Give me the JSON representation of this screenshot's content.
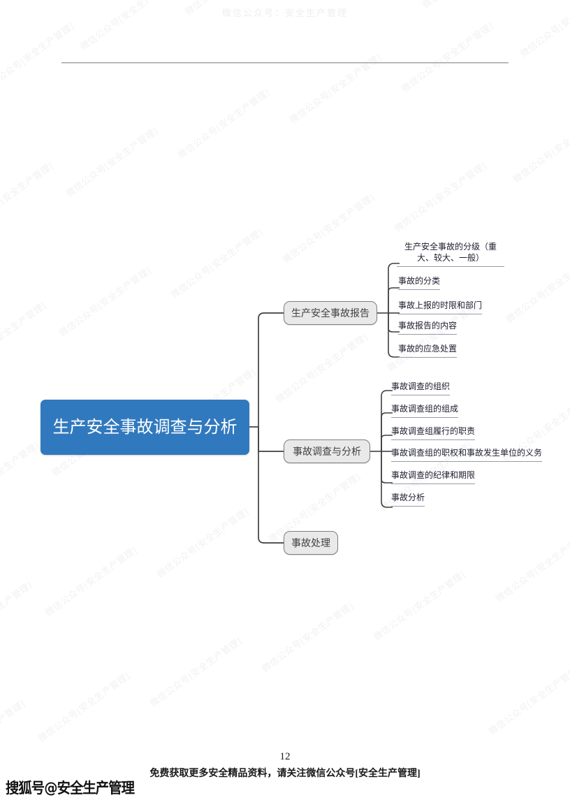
{
  "page": {
    "watermark_text": "微信公众号[安全生产管理]",
    "top_watermark": "微信公众号：安全生产管理",
    "page_number": "12",
    "footer_note": "免费获取更多安全精品资料，请关注微信公众号[安全生产管理]",
    "sohu_mark": "搜狐号@安全生产管理",
    "colors": {
      "root_fill": "#3179be",
      "root_text": "#ffffff",
      "branch_fill": "#e9e9e9",
      "branch_border": "#7f7f7f",
      "branch_text": "#404040",
      "connector": "#3f3f3f",
      "leaf_underline": "#9a9aa8",
      "leaf_text": "#1c1c2e",
      "watermark": "#f0f1f3"
    }
  },
  "mindmap": {
    "root": {
      "label": "生产安全事故调查与分析"
    },
    "branches": [
      {
        "label": "生产安全事故报告",
        "leaves": [
          {
            "label": "生产安全事故的分级（重大、较大、一般）"
          },
          {
            "label": "事故的分类"
          },
          {
            "label": "事故上报的时限和部门"
          },
          {
            "label": "事故报告的内容"
          },
          {
            "label": "事故的应急处置"
          }
        ]
      },
      {
        "label": "事故调查与分析",
        "leaves": [
          {
            "label": "事故调查的组织"
          },
          {
            "label": "事故调查组的组成"
          },
          {
            "label": "事故调查组履行的职责"
          },
          {
            "label": "事故调查组的职权和事故发生单位的义务"
          },
          {
            "label": "事故调查的纪律和期限"
          },
          {
            "label": "事故分析"
          }
        ]
      },
      {
        "label": "事故处理",
        "leaves": []
      }
    ]
  }
}
